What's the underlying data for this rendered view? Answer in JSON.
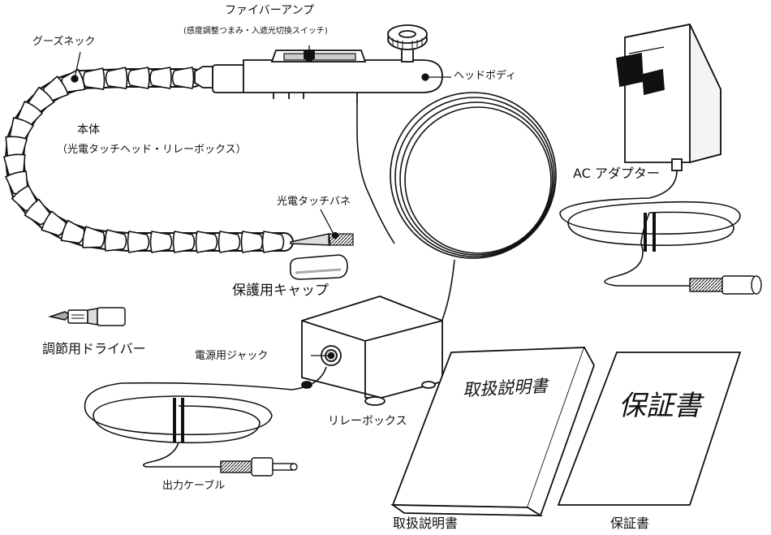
{
  "labels": {
    "fiber_amp": "ファイバーアンプ",
    "fiber_amp_sub": "(感度調整つまみ・入遮光切換スイッチ)",
    "gooseneck": "グーズネック",
    "head_body": "ヘッドボディ",
    "main_body": "本体",
    "main_body_sub": "（光電タッチヘッド・リレーボックス）",
    "ac_adapter": "AC アダプター",
    "touch_spring": "光電タッチバネ",
    "protective_cap": "保護用キャップ",
    "screwdriver": "調節用ドライバー",
    "power_jack": "電源用ジャック",
    "relay_box": "リレーボックス",
    "output_cable": "出力ケーブル",
    "manual": "取扱説明書",
    "warranty": "保証書"
  },
  "documents": {
    "manual_cover": "取扱説明書",
    "warranty_cover": "保証書"
  },
  "colors": {
    "line": "#111111",
    "fill": "#ffffff",
    "shade": "#d8d8d8",
    "dark": "#333333"
  }
}
